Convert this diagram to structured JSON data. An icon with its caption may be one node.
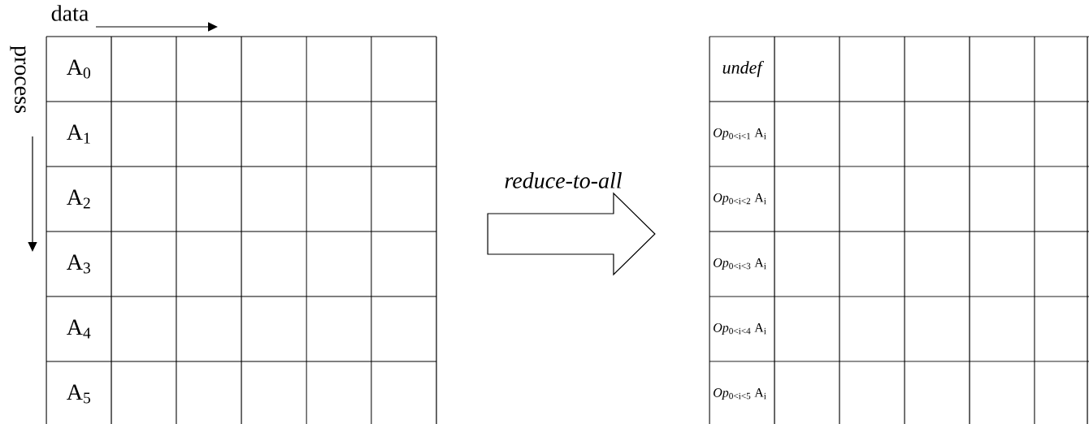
{
  "diagram": {
    "nodes": [
      {
        "text": [
          "A$_{0}$",
          "A$_{1}$",
          "A$_{2}$",
          "A$_{3}$",
          "A$_{4}$",
          "A$_{5}$"
        ],
        "beside": [
          "data",
          "process"
        ]
      },
      {
        "text": [
          "undef",
          "*Op*$_{0<i<1}$ A$_{i}$",
          "*Op*$_{0<i<2}$ A$_{i}$",
          "*Op*$_{0<i<3}$ A$_{i}$",
          "*Op*$_{0<i<4}$ A$_{i}$",
          "*Op*$_{0<i<5}$ A$_{i}$"
        ]
      }
    ],
    "edges": [
      {
        "from": 0,
        "to": 1,
        "arrow": "to",
        "label": "reduce-to-all"
      }
    ]
  }
}
